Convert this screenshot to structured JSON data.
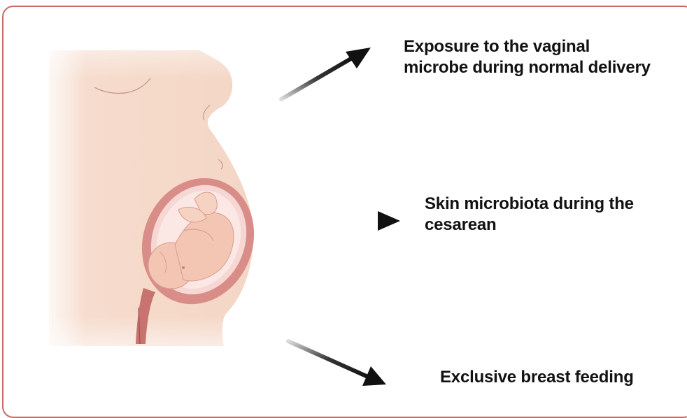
{
  "labels": {
    "vaginal_line1": "Exposure to the vaginal",
    "vaginal_line2": "microbe during normal delivery",
    "cesarean_line1": "Skin microbiota during the",
    "cesarean_line2": "cesarean",
    "breast": "Exclusive breast feeding"
  },
  "colors": {
    "frame": "#c76a66",
    "skin": "#f6dccd",
    "uterus": "#d98d88",
    "fetus": "#f3c6b4",
    "arrow": "#111111"
  },
  "icons": {
    "figure": "pregnant-woman-with-fetus-illustration"
  }
}
